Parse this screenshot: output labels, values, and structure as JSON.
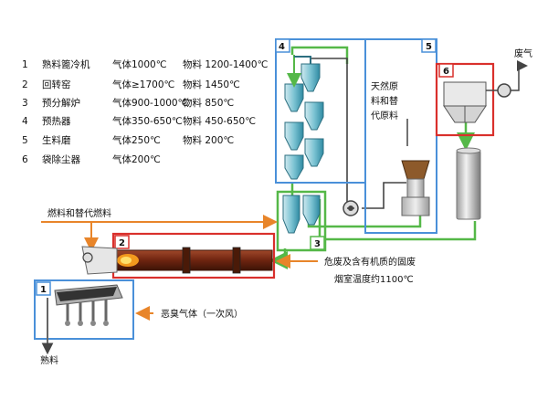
{
  "legend": [
    {
      "num": "1",
      "name": "熟料篦冷机",
      "gas": "气体1000℃",
      "material": "物料 1200-1400℃"
    },
    {
      "num": "2",
      "name": "回转窑",
      "gas": "气体≥1700℃",
      "material": "物料 1450℃"
    },
    {
      "num": "3",
      "name": "预分解炉",
      "gas": "气体900-1000℃",
      "material": "物料 850℃"
    },
    {
      "num": "4",
      "name": "预热器",
      "gas": "气体350-650℃",
      "material": "物料 450-650℃"
    },
    {
      "num": "5",
      "name": "生料磨",
      "gas": "气体250℃",
      "material": "物料 200℃"
    },
    {
      "num": "6",
      "name": "袋除尘器",
      "gas": "气体200℃",
      "material": ""
    }
  ],
  "labels": {
    "fuel": "燃料和替代燃料",
    "exhaust": "废气",
    "raw_line1": "天然原",
    "raw_line2": "料和替",
    "raw_line3": "代原料",
    "hazard": "危废及含有机质的固废",
    "chamber_temp": "烟室温度约1100℃",
    "foul_gas": "恶臭气体（一次风）",
    "clinker": "熟料"
  },
  "boxes": {
    "b1": "1",
    "b2": "2",
    "b3": "3",
    "b4": "4",
    "b5": "5",
    "b6": "6"
  },
  "colors": {
    "blue_box": "#4a90d9",
    "red_box": "#d9302c",
    "green_line": "#55b848",
    "orange_arrow": "#e8852a",
    "kiln": "#7a2a12"
  }
}
